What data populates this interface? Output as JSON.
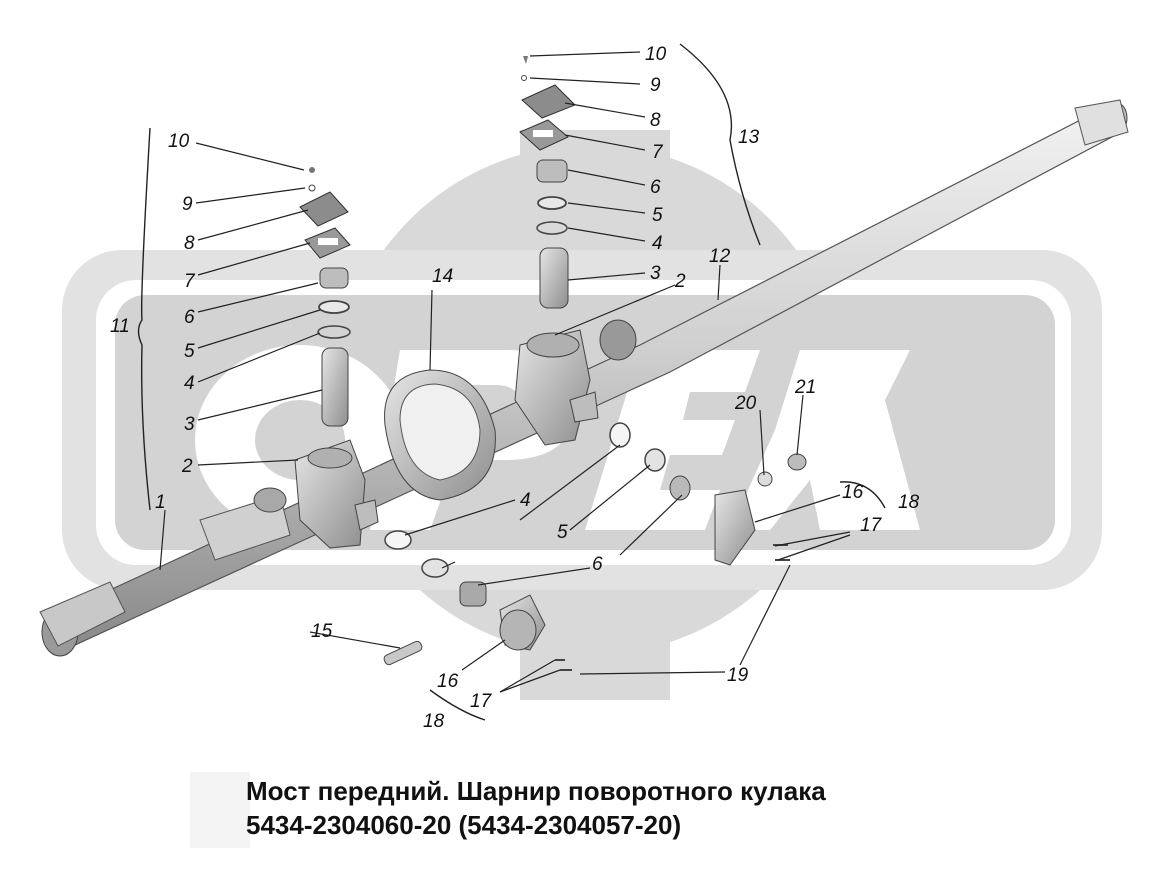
{
  "caption": {
    "line1": "Мост передний. Шарнир поворотного кулака",
    "line2": "5434-2304060-20 (5434-2304057-20)"
  },
  "watermark": {
    "text": "OPEX",
    "color": "#d2d2d2"
  },
  "callouts": {
    "c1": "1",
    "c2a": "2",
    "c2b": "2",
    "c3a": "3",
    "c3b": "3",
    "c4a": "4",
    "c4b": "4",
    "c4c": "4",
    "c5a": "5",
    "c5b": "5",
    "c5c": "5",
    "c6a": "6",
    "c6b": "6",
    "c6c": "6",
    "c7a": "7",
    "c7b": "7",
    "c8a": "8",
    "c8b": "8",
    "c9a": "9",
    "c9b": "9",
    "c10a": "10",
    "c10b": "10",
    "c11": "11",
    "c12": "12",
    "c13": "13",
    "c14": "14",
    "c15": "15",
    "c16a": "16",
    "c16b": "16",
    "c17a": "17",
    "c17b": "17",
    "c18a": "18",
    "c18b": "18",
    "c19": "19",
    "c20": "20",
    "c21": "21"
  }
}
